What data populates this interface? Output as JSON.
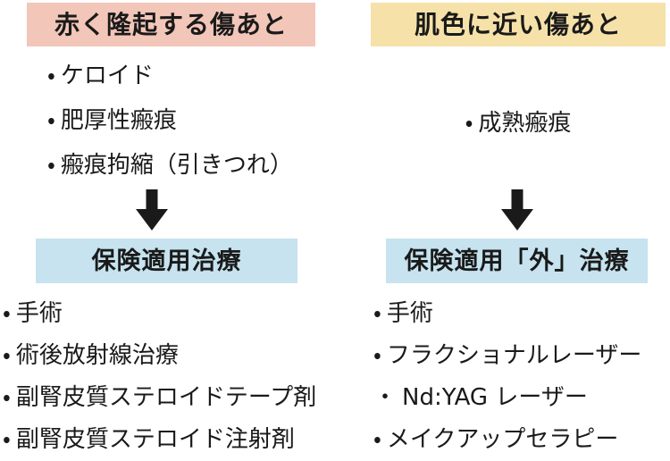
{
  "diagram": {
    "bullet": "・",
    "colors": {
      "left_header_bg": "#F2C6B8",
      "right_header_bg": "#F6E2A9",
      "treatment_header_bg": "#C6E3EF",
      "text": "#1a1a1a",
      "arrow": "#1a1a1a",
      "background": "#ffffff"
    },
    "left_column": {
      "header": "赤く隆起する傷あと",
      "conditions": [
        "ケロイド",
        "肥厚性瘢痕",
        "瘢痕拘縮（引きつれ）"
      ],
      "treatment_header": "保険適用治療",
      "treatments": [
        "手術",
        "術後放射線治療",
        "副腎皮質ステロイドテープ剤",
        "副腎皮質ステロイド注射剤"
      ]
    },
    "right_column": {
      "header": "肌色に近い傷あと",
      "conditions": [
        "成熟瘢痕"
      ],
      "treatment_header": "保険適用「外」治療",
      "treatments": [
        "手術",
        "フラクショナルレーザー",
        "Nd:YAG レーザー",
        "メイクアップセラピー"
      ]
    }
  }
}
